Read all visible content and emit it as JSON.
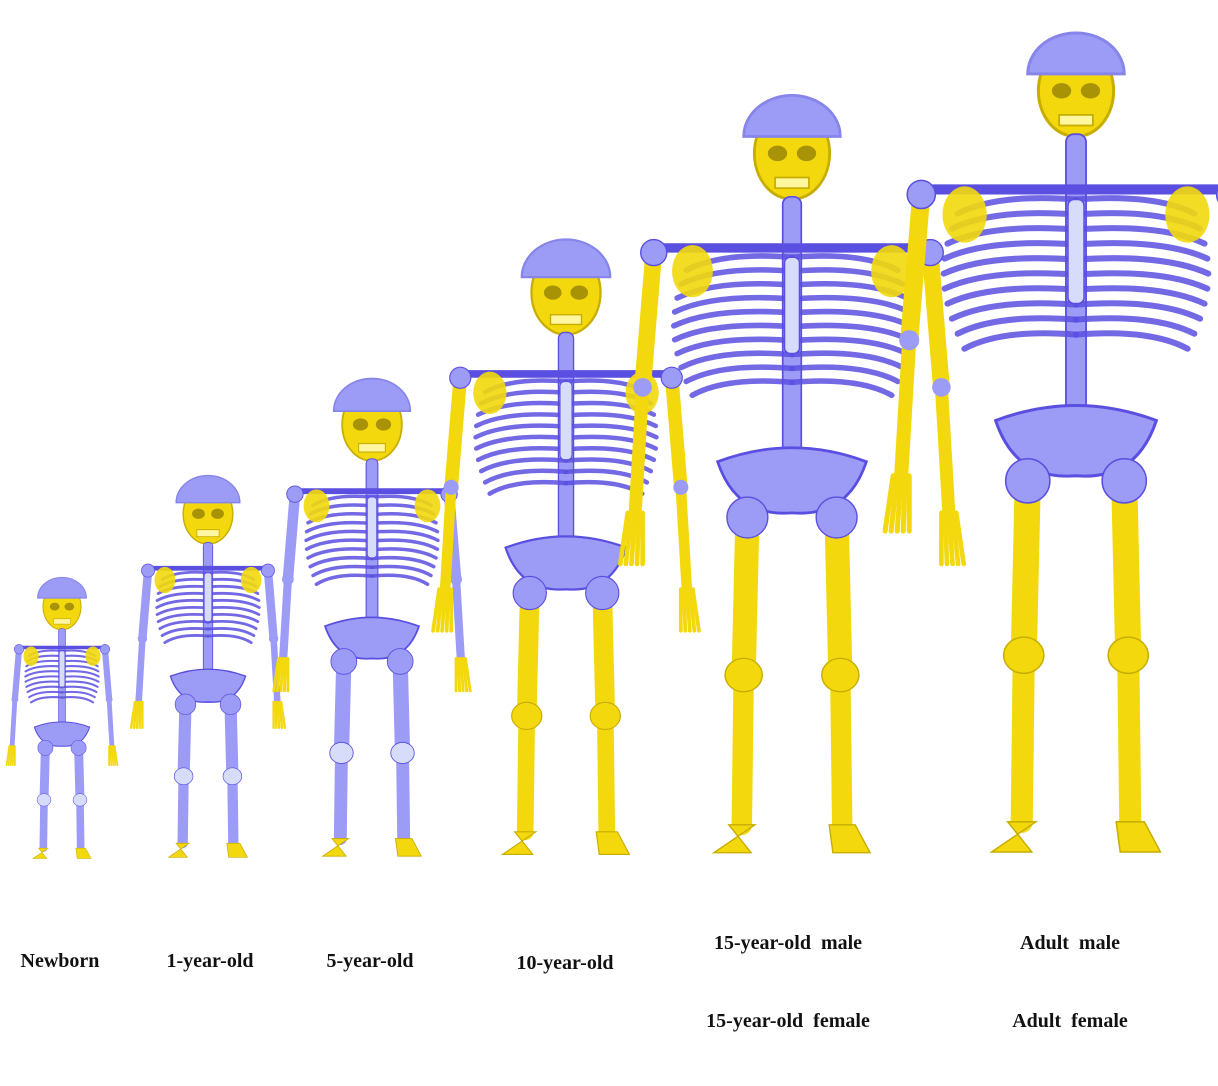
{
  "colors": {
    "bone": "#f2d80c",
    "bone_stroke": "#c7ad00",
    "cartilage": "#9c9cf6",
    "cartilage_stroke": "#5a4fe0",
    "rib": "#d8dcfb",
    "growth_plate": "#f08a9a"
  },
  "figures": [
    {
      "id": "newborn",
      "labels": [
        "Newborn"
      ],
      "ossification": 0.15
    },
    {
      "id": "one-year",
      "labels": [
        "1-year-old"
      ],
      "ossification": 0.25
    },
    {
      "id": "five-year",
      "labels": [
        "5-year-old"
      ],
      "ossification": 0.35
    },
    {
      "id": "ten-year",
      "labels": [
        "10-year-old"
      ],
      "ossification": 0.6
    },
    {
      "id": "fifteen-year",
      "labels": [
        "15-year-old  male",
        "15-year-old  female"
      ],
      "ossification": 0.85
    },
    {
      "id": "adult",
      "labels": [
        "Adult  male",
        "Adult  female"
      ],
      "ossification": 1.0
    }
  ]
}
